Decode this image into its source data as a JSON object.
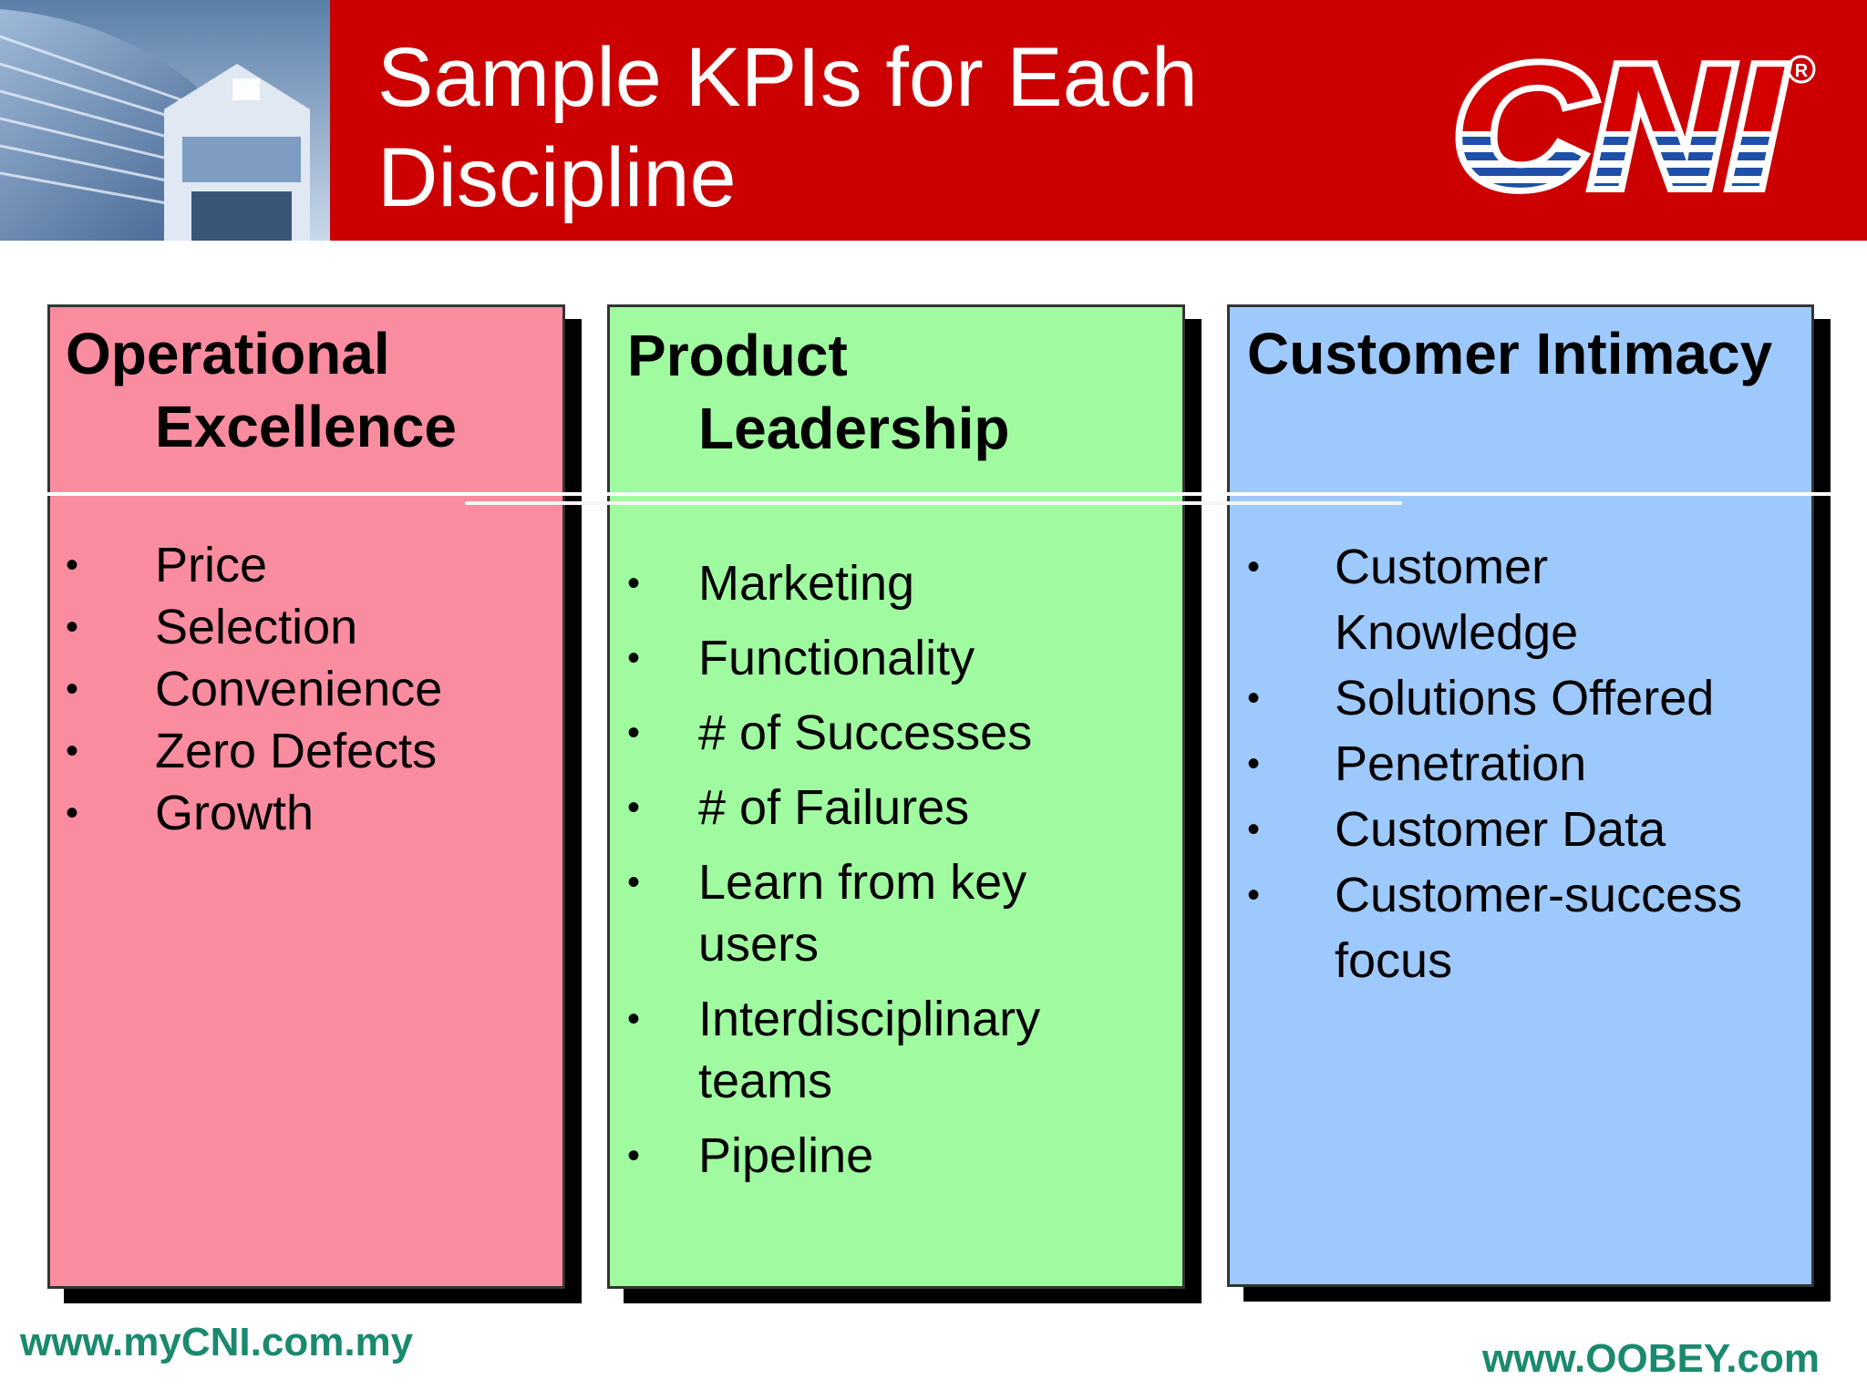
{
  "slide": {
    "title": "Sample KPIs for Each\nDiscipline",
    "logo_text": "CNI",
    "logo_mark": "®"
  },
  "columns": [
    {
      "title_line1": "Operational",
      "title_line2": "Excellence",
      "color": "#fa8ca0",
      "items": [
        "Price",
        "Selection",
        "Convenience",
        "Zero Defects",
        "Growth"
      ]
    },
    {
      "title_line1": "Product",
      "title_line2": "Leadership",
      "color": "#a0fba0",
      "items": [
        "Marketing",
        "Functionality",
        "# of Successes",
        "# of Failures",
        "Learn from key\nusers",
        "Interdisciplinary\nteams",
        "Pipeline"
      ]
    },
    {
      "title_line1": "Customer Intimacy",
      "title_line2": "",
      "color": "#9ec9fc",
      "items": [
        "Customer\nKnowledge",
        "Solutions Offered",
        "Penetration",
        "Customer Data",
        "Customer-success\nfocus"
      ]
    }
  ],
  "bullet_char": "•",
  "footer": {
    "left": "www.myCNI.com.my",
    "right": "www.OOBEY.com"
  },
  "colors": {
    "header_red": "#cc0000",
    "footer_green": "#1a8a6e"
  }
}
